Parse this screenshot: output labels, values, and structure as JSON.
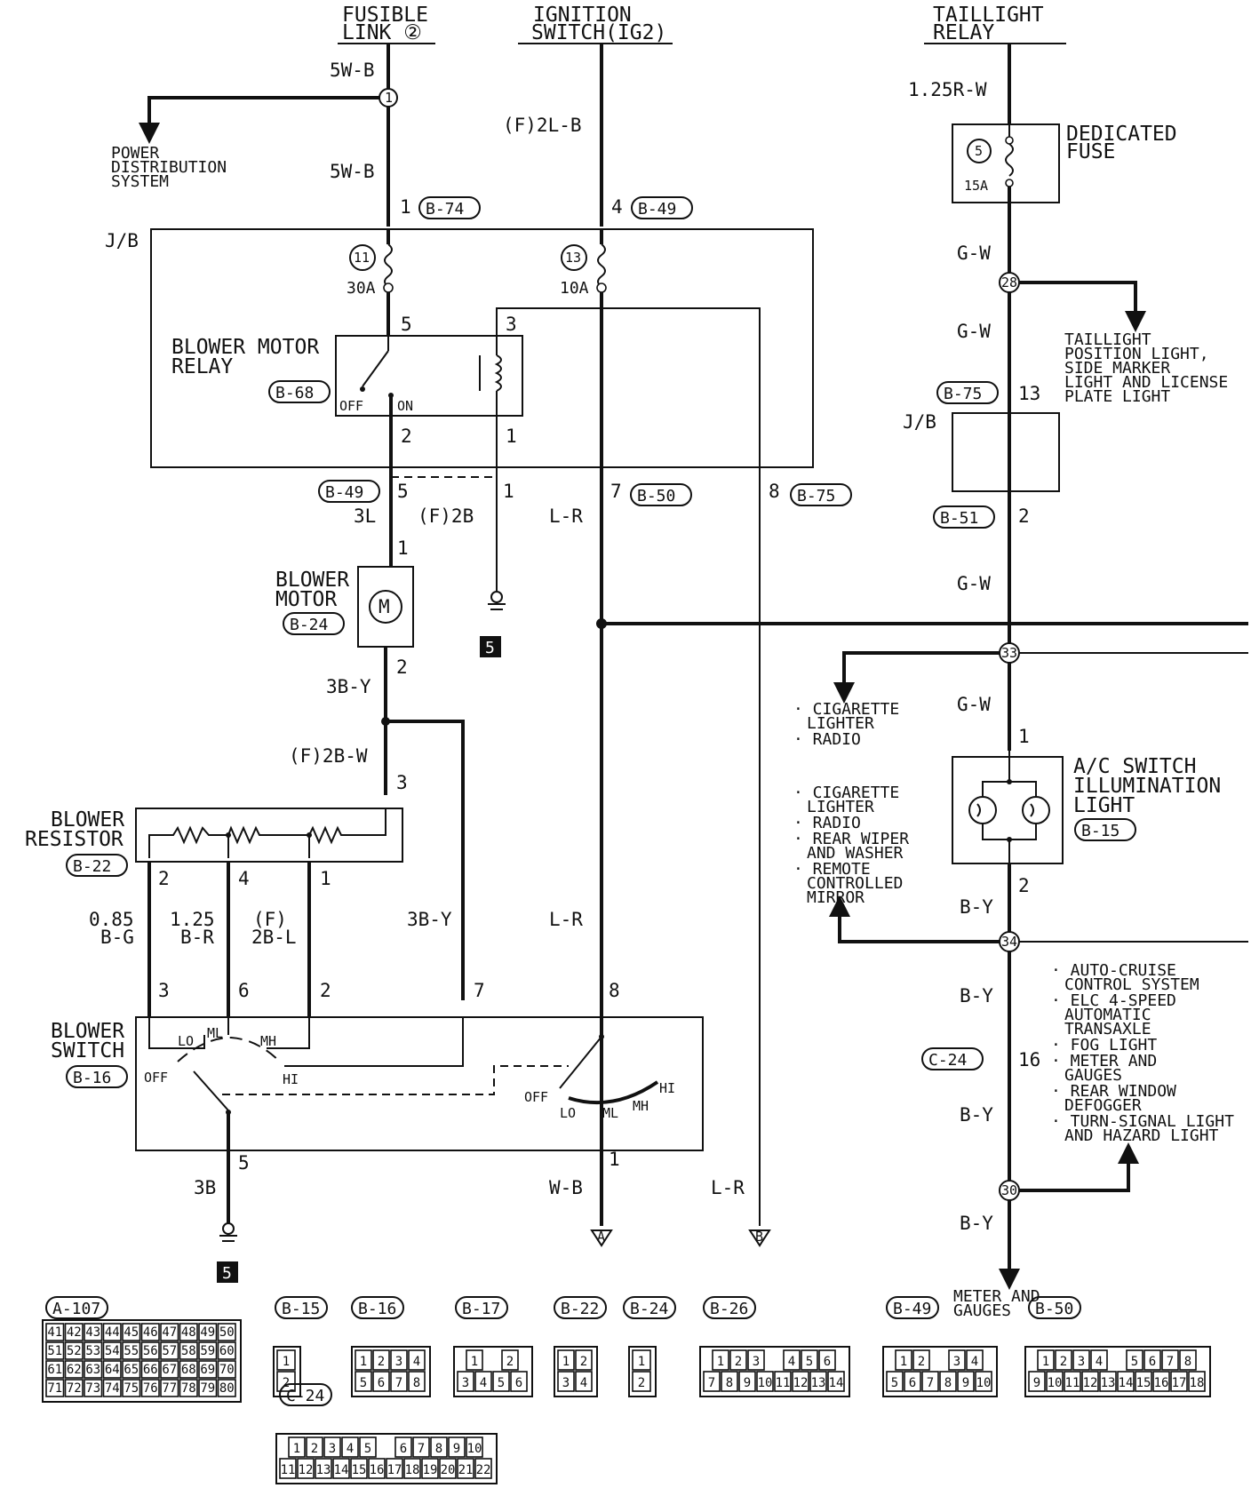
{
  "labels": {
    "fusible_link_1": "FUSIBLE",
    "fusible_link_2": "LINK ②",
    "ignition_switch_1": "IGNITION",
    "ignition_switch_2": "SWITCH(IG2)",
    "taillight_relay_1": "TAILLIGHT",
    "taillight_relay_2": "RELAY",
    "power_dist_1": "POWER",
    "power_dist_2": "DISTRIBUTION",
    "power_dist_3": "SYSTEM",
    "jb_left": "J/B",
    "jb_right": "J/B",
    "blower_motor_relay_1": "BLOWER MOTOR",
    "blower_motor_relay_2": "RELAY",
    "relay_off": "OFF",
    "relay_on": "ON",
    "blower_motor_1": "BLOWER",
    "blower_motor_2": "MOTOR",
    "blower_resistor_1": "BLOWER",
    "blower_resistor_2": "RESISTOR",
    "blower_switch_1": "BLOWER",
    "blower_switch_2": "SWITCH",
    "dedicated_fuse_1": "DEDICATED",
    "dedicated_fuse_2": "FUSE",
    "fuse_15a": "15A",
    "fuse_30a": "30A",
    "fuse_10a": "10A",
    "fuse_5_num": "5",
    "fuse_11_num": "11",
    "fuse_13_num": "13",
    "taillight_dest_1": "TAILLIGHT",
    "taillight_dest_2": "POSITION LIGHT,",
    "taillight_dest_3": "SIDE MARKER",
    "taillight_dest_4": "LIGHT AND LICENSE",
    "taillight_dest_5": "PLATE LIGHT",
    "ac_illum_1": "A/C SWITCH",
    "ac_illum_2": "ILLUMINATION",
    "ac_illum_3": "LIGHT",
    "cig1_1": "· CIGARETTE",
    "cig1_2": "LIGHTER",
    "cig1_3": "· RADIO",
    "cig2_1": "· CIGARETTE",
    "cig2_2": "LIGHTER",
    "cig2_3": "· RADIO",
    "cig2_4": "· REAR WIPER",
    "cig2_5": "AND WASHER",
    "cig2_6": "· REMOTE",
    "cig2_7": "CONTROLLED",
    "cig2_8": "MIRROR",
    "auto_1": "· AUTO-CRUISE",
    "auto_2": "CONTROL SYSTEM",
    "auto_3": "· ELC 4-SPEED",
    "auto_4": "AUTOMATIC",
    "auto_5": "TRANSAXLE",
    "auto_6": "· FOG LIGHT",
    "auto_7": "· METER AND",
    "auto_8": "GAUGES",
    "auto_9": "· REAR WINDOW",
    "auto_10": "DEFOGGER",
    "auto_11": "· TURN-SIGNAL LIGHT",
    "auto_12": "AND HAZARD LIGHT",
    "meter_1": "METER AND",
    "meter_2": "GAUGES",
    "sw_lo": "LO",
    "sw_ml": "ML",
    "sw_mh": "MH",
    "sw_hi": "HI",
    "sw_off": "OFF",
    "sw2_off": "OFF",
    "sw2_lo": "LO",
    "sw2_ml": "ML",
    "sw2_mh": "MH",
    "sw2_hi": "HI",
    "ground_a": "A",
    "ground_b": "B",
    "ground_num_1": "5",
    "ground_num_2": "5"
  },
  "wires": {
    "w_5wb_top": "5W-B",
    "w_5wb_mid": "5W-B",
    "w_f2lb": "(F)2L-B",
    "w_125rw": "1.25R-W",
    "w_gw_1": "G-W",
    "w_gw_2": "G-W",
    "w_gw_3": "G-W",
    "w_gw_4": "G-W",
    "w_3l": "3L",
    "w_f2b": "(F)2B",
    "w_lr_1": "L-R",
    "w_lr_2": "L-R",
    "w_lr_3": "L-R",
    "w_3by_1": "3B-Y",
    "w_3by_2": "3B-Y",
    "w_f2bw": "(F)2B-W",
    "w_085_1": "0.85",
    "w_085_2": "B-G",
    "w_125_1": "1.25",
    "w_125_2": "B-R",
    "w_f2bl_1": "(F)",
    "w_f2bl_2": "2B-L",
    "w_3b": "3B",
    "w_wb": "W-B",
    "w_by_1": "B-Y",
    "w_by_2": "B-Y",
    "w_by_3": "B-Y",
    "w_by_4": "B-Y"
  },
  "pins": {
    "p1": "1",
    "p4": "4",
    "p5": "5",
    "p3": "3",
    "p2": "2",
    "p1b": "1",
    "p5b": "5",
    "p1c": "1",
    "p7": "7",
    "p8": "8",
    "p1d": "1",
    "p2b": "2",
    "p3b": "3",
    "p2c": "2",
    "p4b": "4",
    "p1e": "1",
    "p3c": "3",
    "p6": "6",
    "p2d": "2",
    "p7b": "7",
    "p8b": "8",
    "p5c": "5",
    "p1f": "1",
    "p13": "13",
    "p2e": "2",
    "p1g": "1",
    "p2f": "2",
    "p16": "16"
  },
  "junctions": {
    "j1": "1",
    "j28": "28",
    "j33": "33",
    "j34": "34",
    "j30": "30"
  },
  "connectors": {
    "b74": "B-74",
    "b49_top": "B-49",
    "b68": "B-68",
    "b49_mid": "B-49",
    "b50": "B-50",
    "b75_mid": "B-75",
    "b24": "B-24",
    "b22": "B-22",
    "b16": "B-16",
    "b75_right": "B-75",
    "b51": "B-51",
    "b15": "B-15",
    "c24": "C-24"
  },
  "legend": {
    "a107": {
      "label": "A-107",
      "rows": [
        [
          "41",
          "42",
          "43",
          "44",
          "45",
          "46",
          "47",
          "48",
          "49",
          "50"
        ],
        [
          "51",
          "52",
          "53",
          "54",
          "55",
          "56",
          "57",
          "58",
          "59",
          "60"
        ],
        [
          "61",
          "62",
          "63",
          "64",
          "65",
          "66",
          "67",
          "68",
          "69",
          "70"
        ],
        [
          "71",
          "72",
          "73",
          "74",
          "75",
          "76",
          "77",
          "78",
          "79",
          "80"
        ]
      ]
    },
    "b15": {
      "label": "B-15",
      "rows": [
        [
          "1"
        ],
        [
          "2"
        ]
      ]
    },
    "b16": {
      "label": "B-16",
      "rows": [
        [
          "1",
          "2",
          "3",
          "4"
        ],
        [
          "5",
          "6",
          "7",
          "8"
        ]
      ]
    },
    "b17": {
      "label": "B-17",
      "rows": [
        [
          "1",
          "",
          "2"
        ],
        [
          "3",
          "4",
          "5",
          "6"
        ]
      ]
    },
    "b22": {
      "label": "B-22",
      "rows": [
        [
          "1",
          "2"
        ],
        [
          "3",
          "4"
        ]
      ]
    },
    "b24": {
      "label": "B-24",
      "rows": [
        [
          "1"
        ],
        [
          "2"
        ]
      ]
    },
    "b26": {
      "label": "B-26",
      "rows": [
        [
          "1",
          "2",
          "3",
          "",
          "4",
          "5",
          "6"
        ],
        [
          "7",
          "8",
          "9",
          "10",
          "11",
          "12",
          "13",
          "14"
        ]
      ]
    },
    "b49": {
      "label": "B-49",
      "rows": [
        [
          "1",
          "2",
          "",
          "3",
          "4"
        ],
        [
          "5",
          "6",
          "7",
          "8",
          "9",
          "10"
        ]
      ]
    },
    "b50": {
      "label": "B-50",
      "rows": [
        [
          "1",
          "2",
          "3",
          "4",
          "",
          "5",
          "6",
          "7",
          "8"
        ],
        [
          "9",
          "10",
          "11",
          "12",
          "13",
          "14",
          "15",
          "16",
          "17",
          "18"
        ]
      ]
    },
    "c24": {
      "label": "C-24",
      "rows": [
        [
          "1",
          "2",
          "3",
          "4",
          "5",
          "",
          "6",
          "7",
          "8",
          "9",
          "10"
        ],
        [
          "11",
          "12",
          "13",
          "14",
          "15",
          "16",
          "17",
          "18",
          "19",
          "20",
          "21",
          "22"
        ]
      ]
    }
  }
}
